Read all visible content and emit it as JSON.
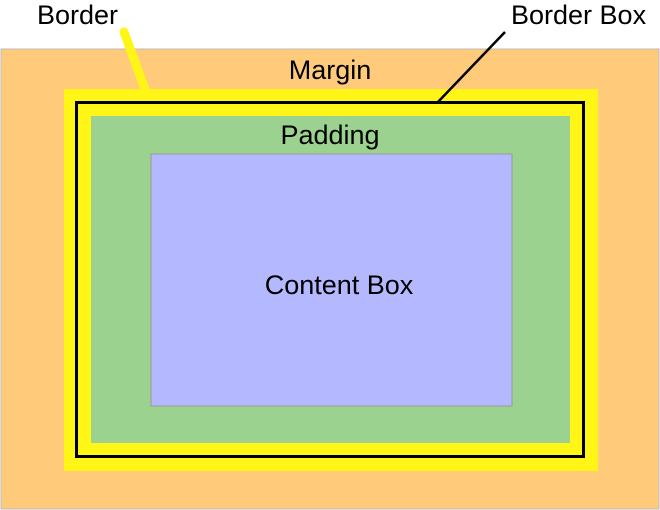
{
  "labels": {
    "border": "Border",
    "border_box": "Border Box",
    "margin": "Margin",
    "padding": "Padding",
    "content_box": "Content Box"
  },
  "colors": {
    "margin": "#FFCA7A",
    "border": "#FFF516",
    "padding": "#9CD28F",
    "content": "#B4B9FF",
    "outline": "#000000"
  }
}
